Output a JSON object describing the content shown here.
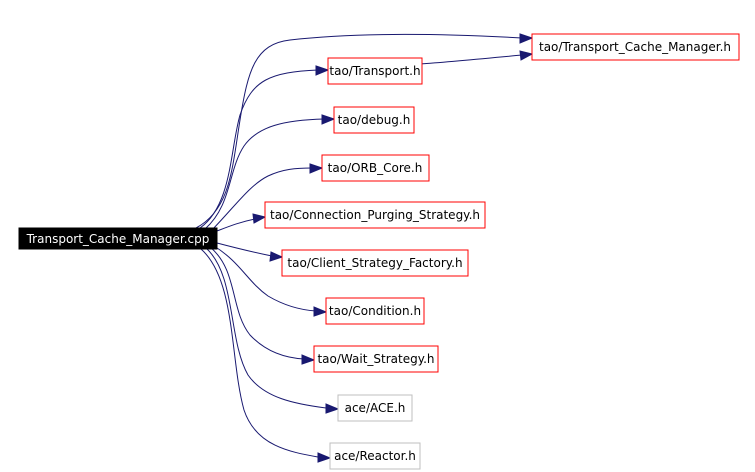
{
  "colors": {
    "edge": "#191970",
    "root_fill": "#000000",
    "root_text": "#ffffff",
    "linked_border": "#ff0000",
    "unlinked_border": "#bfbfbf",
    "node_text": "#000000"
  },
  "root": {
    "label": "Transport_Cache_Manager.cpp"
  },
  "nodes": [
    {
      "id": "n0",
      "label": "tao/Transport_Cache_Manager.h",
      "documented": true
    },
    {
      "id": "n1",
      "label": "tao/Transport.h",
      "documented": true
    },
    {
      "id": "n2",
      "label": "tao/debug.h",
      "documented": true
    },
    {
      "id": "n3",
      "label": "tao/ORB_Core.h",
      "documented": true
    },
    {
      "id": "n4",
      "label": "tao/Connection_Purging_Strategy.h",
      "documented": true
    },
    {
      "id": "n5",
      "label": "tao/Client_Strategy_Factory.h",
      "documented": true
    },
    {
      "id": "n6",
      "label": "tao/Condition.h",
      "documented": true
    },
    {
      "id": "n7",
      "label": "tao/Wait_Strategy.h",
      "documented": true
    },
    {
      "id": "n8",
      "label": "ace/ACE.h",
      "documented": false
    },
    {
      "id": "n9",
      "label": "ace/Reactor.h",
      "documented": false
    }
  ],
  "edges": [
    {
      "from": "root",
      "to": "n0"
    },
    {
      "from": "root",
      "to": "n1"
    },
    {
      "from": "n1",
      "to": "n0"
    },
    {
      "from": "root",
      "to": "n2"
    },
    {
      "from": "root",
      "to": "n3"
    },
    {
      "from": "root",
      "to": "n4"
    },
    {
      "from": "root",
      "to": "n5"
    },
    {
      "from": "root",
      "to": "n6"
    },
    {
      "from": "root",
      "to": "n7"
    },
    {
      "from": "root",
      "to": "n8"
    },
    {
      "from": "root",
      "to": "n9"
    }
  ]
}
